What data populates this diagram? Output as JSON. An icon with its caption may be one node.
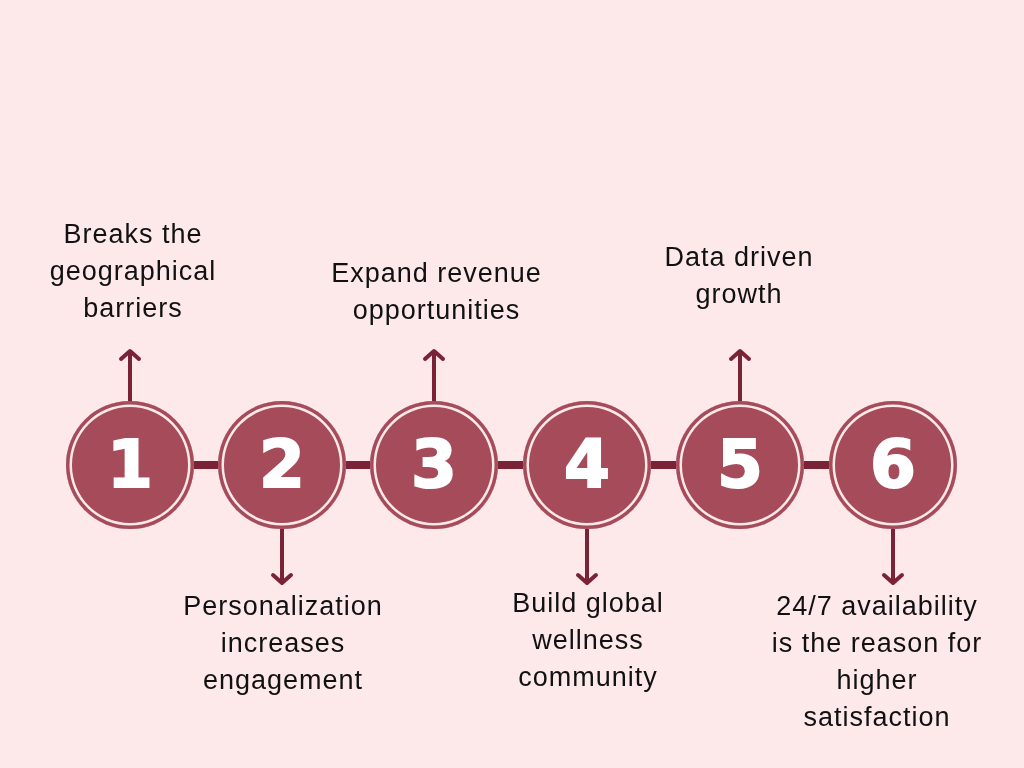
{
  "diagram": {
    "nodes": [
      {
        "text": [
          "1"
        ]
      },
      {
        "text": [
          "2"
        ]
      },
      {
        "text": [
          "3"
        ]
      },
      {
        "text": [
          "4"
        ]
      },
      {
        "text": [
          "5"
        ]
      },
      {
        "text": [
          "6"
        ]
      },
      {
        "text": [
          "Breaks the geographical barriers"
        ]
      },
      {
        "text": [
          "Personalization increases engagement"
        ]
      },
      {
        "text": [
          "Expand revenue opportunities"
        ]
      },
      {
        "text": [
          "Build global wellness community"
        ]
      },
      {
        "text": [
          "Data driven growth"
        ]
      },
      {
        "text": [
          "24/7 availability is the reason for higher satisfaction"
        ]
      }
    ],
    "edges": [
      {
        "from": 0,
        "to": 1,
        "arrow": "none",
        "style": "thick"
      },
      {
        "from": 1,
        "to": 2,
        "arrow": "none",
        "style": "thick"
      },
      {
        "from": 2,
        "to": 3,
        "arrow": "none",
        "style": "thick"
      },
      {
        "from": 3,
        "to": 4,
        "arrow": "none",
        "style": "thick"
      },
      {
        "from": 4,
        "to": 5,
        "arrow": "none",
        "style": "thick"
      },
      {
        "from": 0,
        "to": 6,
        "arrow": "to"
      },
      {
        "from": 1,
        "to": 7,
        "arrow": "to"
      },
      {
        "from": 2,
        "to": 8,
        "arrow": "to"
      },
      {
        "from": 3,
        "to": 9,
        "arrow": "to"
      },
      {
        "from": 4,
        "to": 10,
        "arrow": "to"
      },
      {
        "from": 5,
        "to": 11,
        "arrow": "to"
      }
    ]
  }
}
